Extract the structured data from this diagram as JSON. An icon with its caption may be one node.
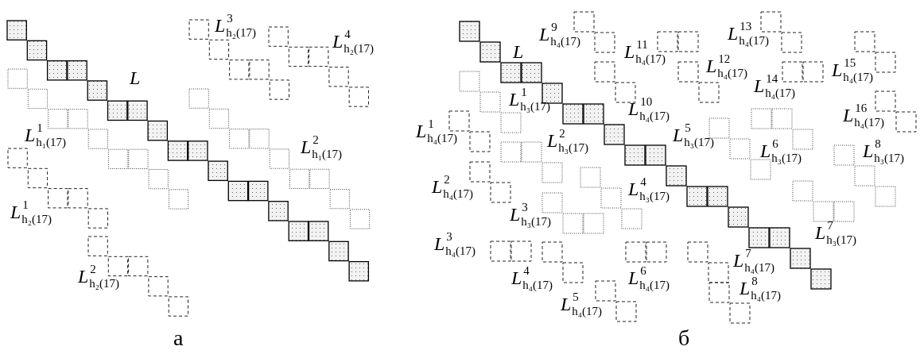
{
  "diagram": {
    "labels": [
      "L",
      "L$^{3}$$_{h₂(17)}$",
      "L$^{4}$$_{h₂(17)}$",
      "L$^{1}$$_{h₁(17)}$",
      "L$^{2}$$_{h₁(17)}$",
      "L$^{1}$$_{h₂(17)}$",
      "L$^{2}$$_{h₂(17)}$",
      "L$^{9}$$_{h₄(17)}$",
      "L",
      "L$^{11}$$_{h₄(17)}$",
      "L$^{13}$$_{h₄(17)}$",
      "L$^{12}$$_{h₄(17)}$",
      "L$^{15}$$_{h₄(17)}$",
      "L$^{14}$$_{h₄(17)}$",
      "L$^{1}$$_{h₃(17)}$",
      "L$^{10}$$_{h₄(17)}$",
      "L$^{16}$$_{h₄(17)}$",
      "L$^{1}$$_{h₄(17)}$",
      "L$^{2}$$_{h₃(17)}$",
      "L$^{5}$$_{h₃(17)}$",
      "L$^{6}$$_{h₃(17)}$",
      "L$^{8}$$_{h₃(17)}$",
      "L$^{2}$$_{h₄(17)}$",
      "L$^{4}$$_{h₃(17)}$",
      "L$^{3}$$_{h₃(17)}$",
      "L$^{7}$$_{h₃(17)}$",
      "L$^{3}$$_{h₄(17)}$",
      "L$^{7}$$_{h₄(17)}$",
      "L$^{4}$$_{h₄(17)}$",
      "L$^{6}$$_{h₄(17)}$",
      "L$^{5}$$_{h₄(17)}$",
      "L$^{8}$$_{h₄(17)}$",
      "а",
      "б"
    ]
  }
}
